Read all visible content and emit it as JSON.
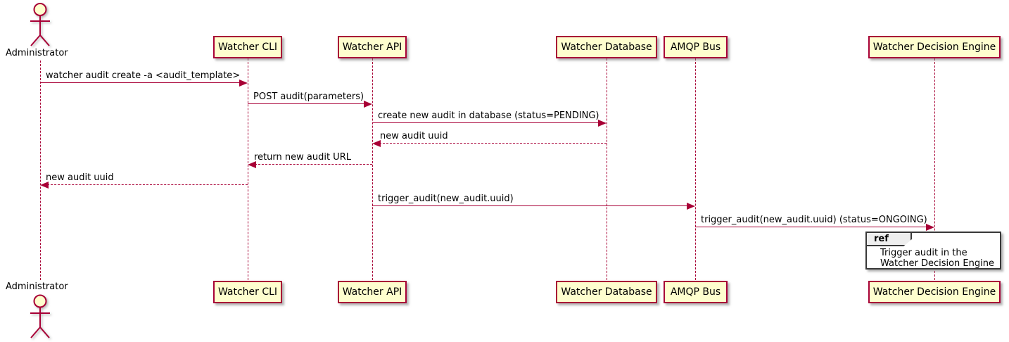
{
  "diagram_type": "sequence-diagram",
  "actors": {
    "top": "Administrator",
    "bottom": "Administrator"
  },
  "participants": [
    {
      "label": "Watcher CLI"
    },
    {
      "label": "Watcher API"
    },
    {
      "label": "Watcher Database"
    },
    {
      "label": "AMQP Bus"
    },
    {
      "label": "Watcher Decision Engine"
    }
  ],
  "messages": [
    {
      "label": "watcher audit create -a <audit_template>",
      "from": "Administrator",
      "to": "Watcher CLI",
      "line": "solid"
    },
    {
      "label": "POST audit(parameters)",
      "from": "Watcher CLI",
      "to": "Watcher API",
      "line": "solid"
    },
    {
      "label": "create new audit in database (status=PENDING)",
      "from": "Watcher API",
      "to": "Watcher Database",
      "line": "solid"
    },
    {
      "label": "new audit uuid",
      "from": "Watcher Database",
      "to": "Watcher API",
      "line": "dashed"
    },
    {
      "label": "return new audit URL",
      "from": "Watcher API",
      "to": "Watcher CLI",
      "line": "dashed"
    },
    {
      "label": "new audit uuid",
      "from": "Watcher CLI",
      "to": "Administrator",
      "line": "dashed"
    },
    {
      "label": "trigger_audit(new_audit.uuid)",
      "from": "Watcher API",
      "to": "AMQP Bus",
      "line": "solid"
    },
    {
      "label": "trigger_audit(new_audit.uuid) (status=ONGOING)",
      "from": "AMQP Bus",
      "to": "Watcher Decision Engine",
      "line": "solid"
    }
  ],
  "ref": {
    "keyword": "ref",
    "line1": "Trigger audit in the",
    "line2": "Watcher Decision Engine",
    "over": "Watcher Decision Engine"
  },
  "colors": {
    "accent": "#A80036",
    "participant_fill": "#FEFECE",
    "ref_border": "#383838",
    "ref_header_fill": "#EEEEEE",
    "text": "#000000"
  }
}
